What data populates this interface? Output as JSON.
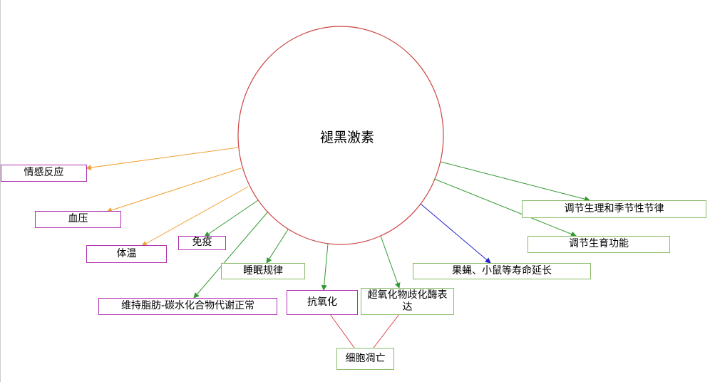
{
  "diagram": {
    "center": {
      "label": "褪黑激素"
    },
    "nodes": {
      "emotion": "情感反应",
      "blood_pressure": "血压",
      "body_temp": "体温",
      "immunity": "免疫",
      "sleep": "睡眠规律",
      "metabolism": "维持脂肪-碳水化合物代谢正常",
      "antioxidation": "抗氧化",
      "sod": "超氧化物歧化酶表达",
      "apoptosis": "细胞凋亡",
      "lifespan": "果蝇、小鼠等寿命延长",
      "reproduction": "调节生育功能",
      "seasonal": "调节生理和季节性节律"
    },
    "colors": {
      "circle": "#cc4444",
      "orange_arrow": "#f0a030",
      "green_arrow": "#339933",
      "blue_arrow": "#2222cc",
      "red_line": "#dd4444",
      "purple_border": "#b030b0",
      "green_border": "#88bb66"
    }
  }
}
